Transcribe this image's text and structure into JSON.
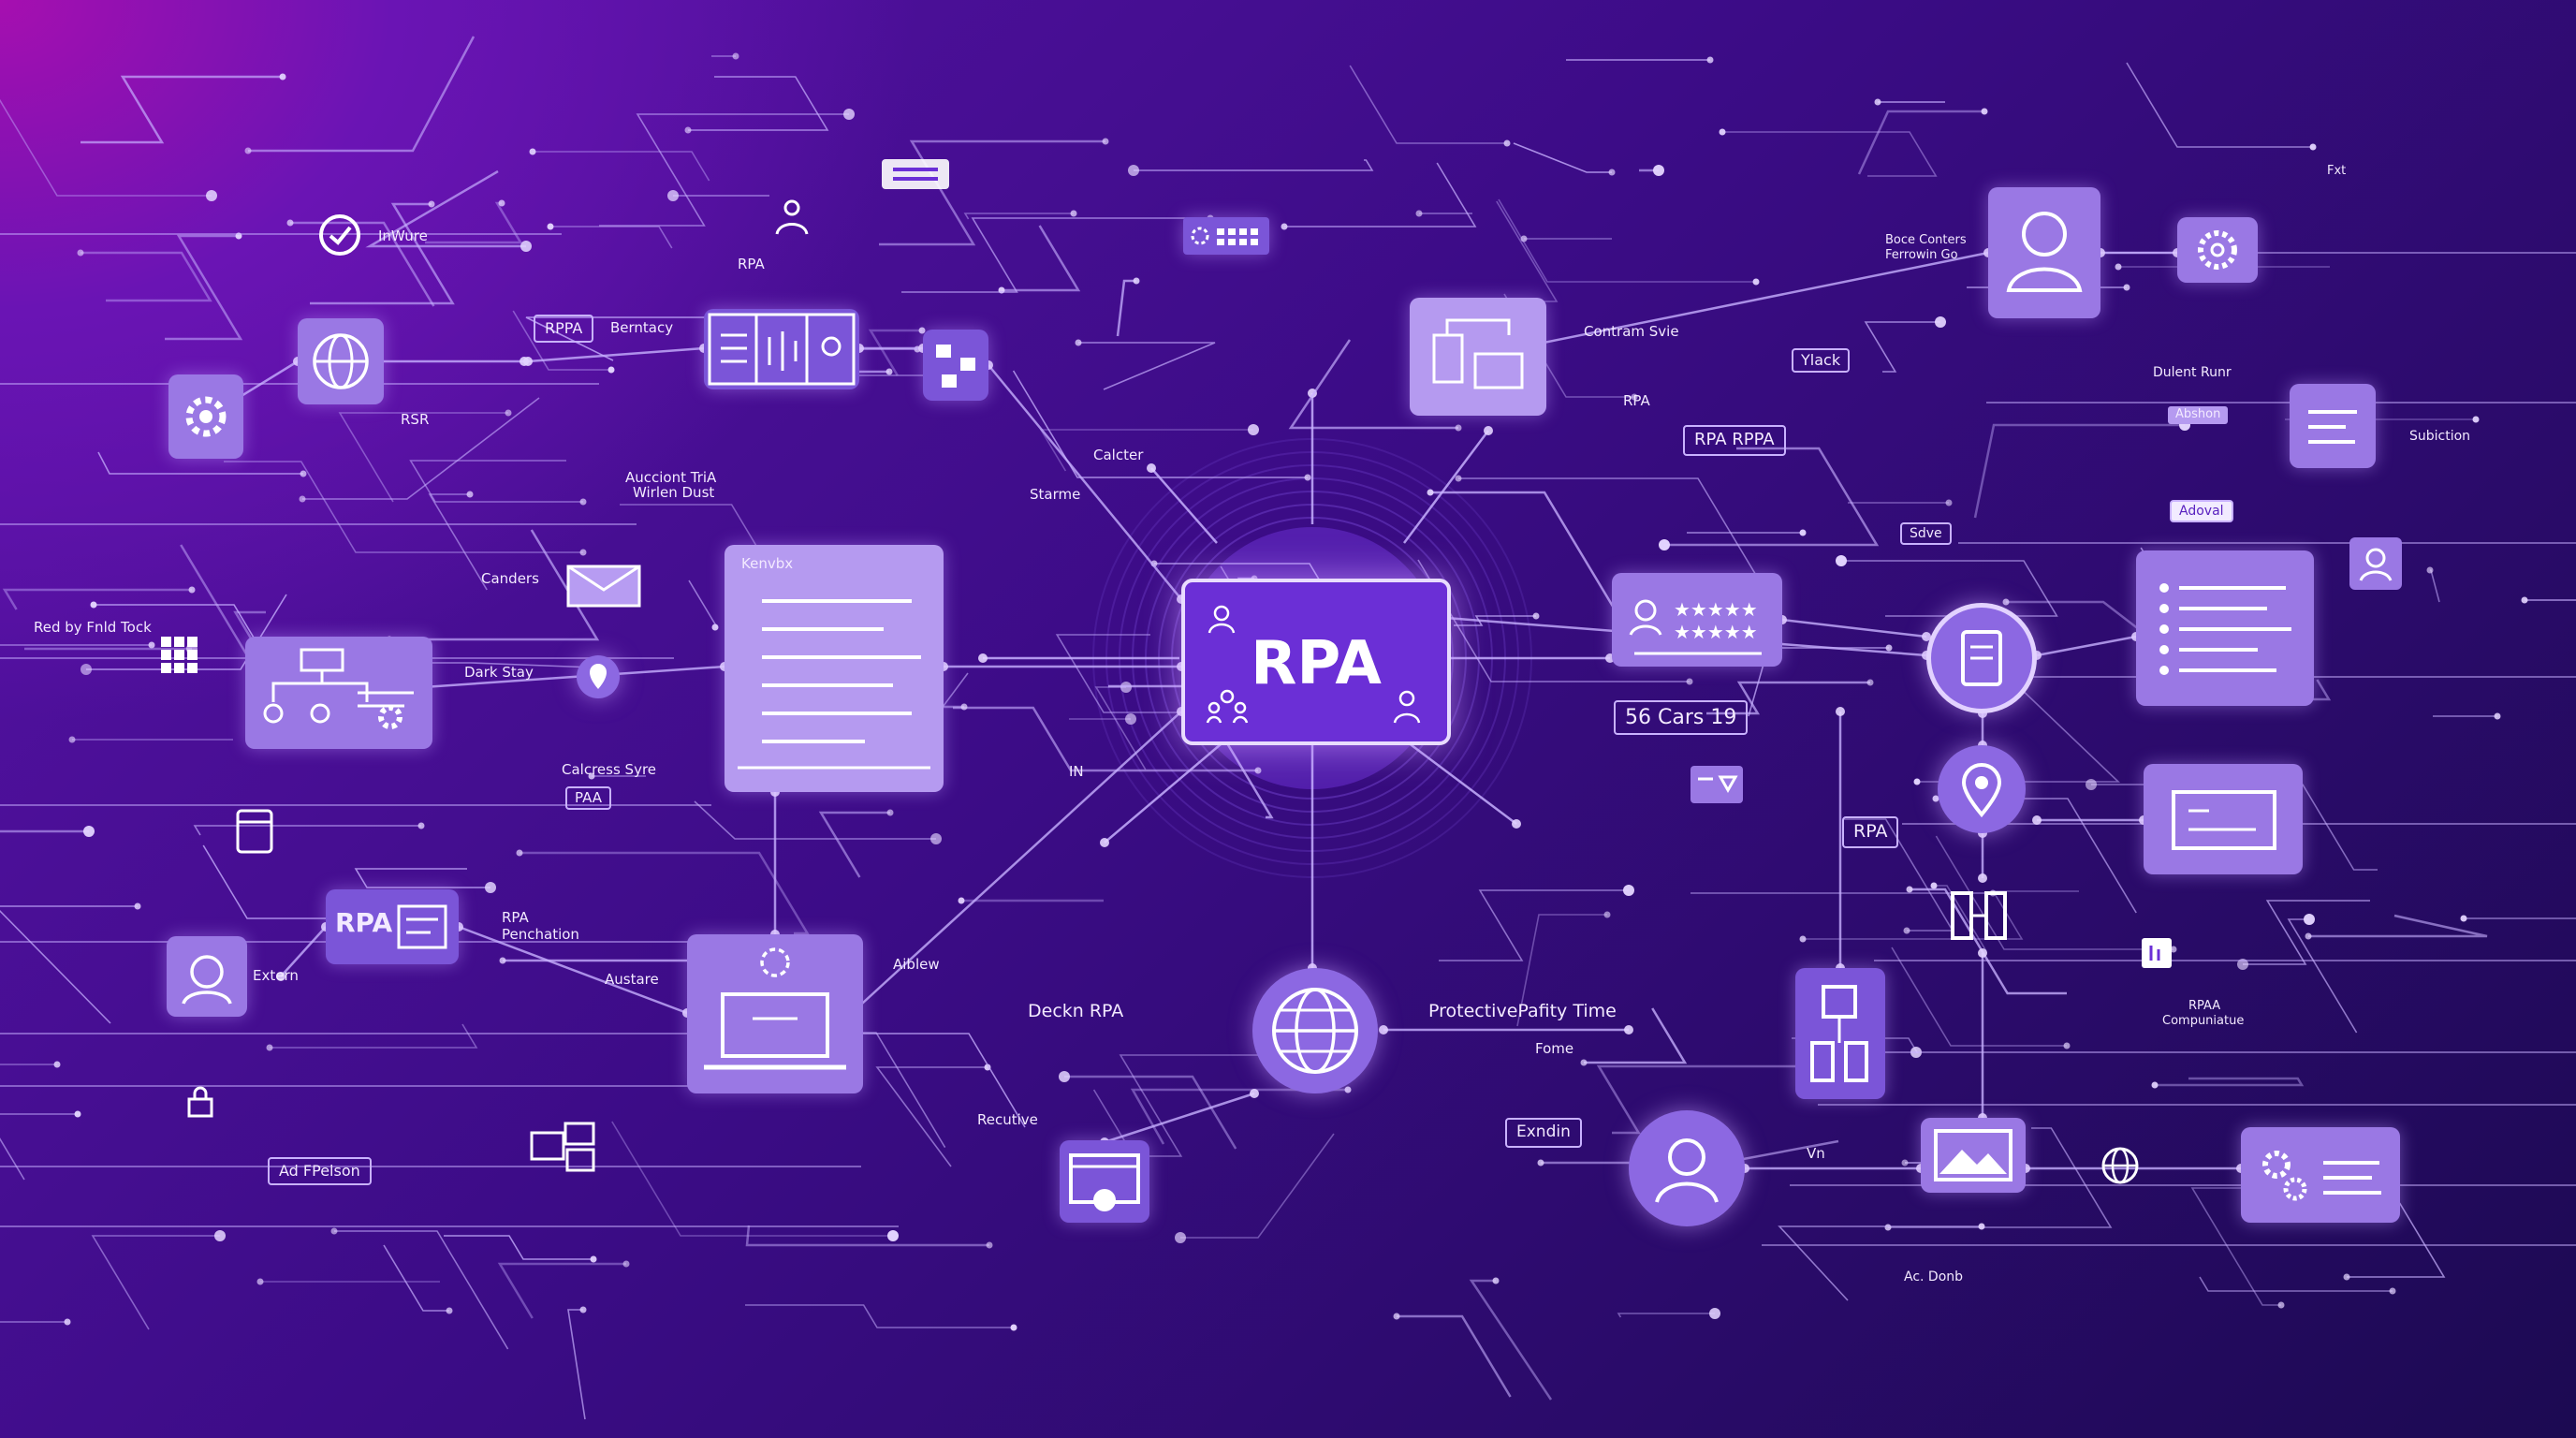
{
  "hub": {
    "title": "RPA"
  },
  "labels": {
    "inwure": "InWure",
    "rppa": "RPPA",
    "bernatcy": "Berntacy",
    "rpa_top": "RPA",
    "rsr": "RSR",
    "aucciont": "Aucciont TriA",
    "aucciont2": "Wirlen Dust",
    "canders": "Canders",
    "red_by": "Red by Fnld Tock",
    "dark_stay": "Dark Stay",
    "calcress": "Calcress Syre",
    "paa": "PAA",
    "rpa_badge": "RPA",
    "rpa_pen1": "RPA",
    "rpa_pen2": "Penchation",
    "extern": "Extern",
    "austare": "Austare",
    "ad_fpelson": "Ad FPelson",
    "kenvbx": "Kenvbx",
    "calcter": "Calcter",
    "starme": "Starme",
    "in": "IN",
    "aiblew": "Aiblew",
    "deckn_rpa": "Deckn RPA",
    "recutive": "Recutive",
    "contram": "Contram Svie",
    "rpa_mid": "RPA",
    "ylack": "Ylack",
    "rpa_rppa": "RPA RPPA",
    "sdve": "Sdve",
    "cars": "56 Cars 19",
    "protective": "ProtectivePafity Time",
    "fome": "Fome",
    "exndin": "Exndin",
    "vn": "Vn",
    "rpa_right": "RPA",
    "boce1": "Boce Conters",
    "boce2": "Ferrowin Go",
    "fxt": "Fxt",
    "dulent": "Dulent Runr",
    "abshon": "Abshon",
    "subiction": "Subiction",
    "adoval": "Adoval",
    "rpa_comp1": "RPAA",
    "rpa_comp2": "Compuniatue",
    "ac_donb": "Ac. Donb"
  },
  "colors": {
    "bg_start": "#a60fb0",
    "bg_end": "#1c0a52",
    "line": "#c7b0ff",
    "node": "#9a78e4",
    "hub": "#6b2fd6"
  },
  "icons": [
    "check-circle-icon",
    "globe-icon",
    "gear-icon",
    "user-icon",
    "envelope-icon",
    "map-pin-icon",
    "laptop-icon",
    "document-icon",
    "grid-icon",
    "image-icon",
    "settings-icon",
    "database-icon",
    "phone-icon"
  ]
}
